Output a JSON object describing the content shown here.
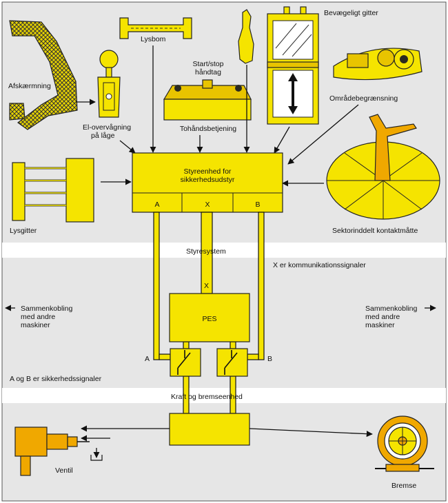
{
  "colors": {
    "background": "#e6e6e6",
    "band": "#ffffff",
    "yellow": "#f5e400",
    "orange": "#f0a800",
    "line": "#111111"
  },
  "labels": {
    "movable_guard": "Bevægeligt gitter",
    "light_beam": "Lysbom",
    "start_stop_1": "Start/stop",
    "start_stop_2": "håndtag",
    "guard": "Afskærmning",
    "area_limit": "Områdebegrænsning",
    "electric_monitor_1": "El-overvågning",
    "electric_monitor_2": "på låge",
    "two_hand": "Tohåndsbetjening",
    "control_unit_1": "Styreenhed for",
    "control_unit_2": "sikkerhedsudstyr",
    "port_a": "A",
    "port_x": "X",
    "port_b": "B",
    "light_curtain": "Lysgitter",
    "sector_mat": "Sektorinddelt kontaktmåtte",
    "control_system": "Styresystem",
    "x_comm": "X er kommunikationssignaler",
    "x_small": "X",
    "interconnect_left_1": "Sammenkobling",
    "interconnect_left_2": "med andre",
    "interconnect_left_3": "maskiner",
    "interconnect_right_1": "Sammenkobling",
    "interconnect_right_2": "med andre",
    "interconnect_right_3": "maskiner",
    "pes": "PES",
    "switch_a": "A",
    "switch_b": "B",
    "ab_safety": "A og B er sikkerhedssignaler",
    "power_brake": "Kraft og bremseenhed",
    "valve": "Ventil",
    "brake": "Bremse"
  },
  "icons": [
    "arrow-left-icon",
    "arrow-right-icon",
    "double-arrow-icon",
    "switch-icon"
  ]
}
